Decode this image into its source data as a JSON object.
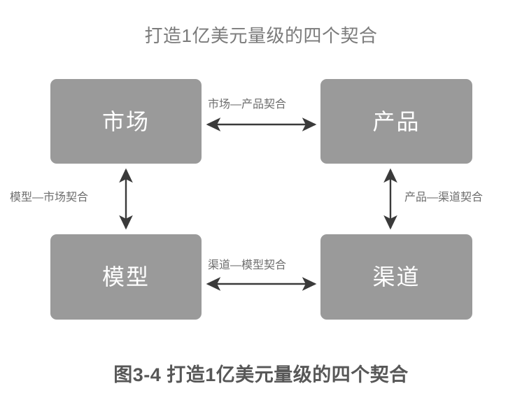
{
  "figure": {
    "title": "打造1亿美元量级的四个契合",
    "caption": "图3-4 打造1亿美元量级的四个契合",
    "title_color": "#7b7b7b",
    "caption_color": "#575757",
    "background_color": "#ffffff",
    "node_fill_color": "#9a9a9a",
    "node_text_color": "#ffffff",
    "arrow_color": "#3a3a3a",
    "label_color": "#6e6e6e"
  },
  "nodes": [
    {
      "id": "market",
      "label": "市场"
    },
    {
      "id": "product",
      "label": "产品"
    },
    {
      "id": "model",
      "label": "模型"
    },
    {
      "id": "channel",
      "label": "渠道"
    }
  ],
  "edges": [
    {
      "id": "market-product",
      "label": "市场—产品契合",
      "from": "市场",
      "to": "产品",
      "orientation": "horizontal",
      "arrowheads": "both"
    },
    {
      "id": "channel-model",
      "label": "渠道—模型契合",
      "from": "渠道",
      "to": "模型",
      "orientation": "horizontal",
      "arrowheads": "both"
    },
    {
      "id": "model-market",
      "label": "模型—市场契合",
      "from": "模型",
      "to": "市场",
      "orientation": "vertical",
      "arrowheads": "both"
    },
    {
      "id": "product-channel",
      "label": "产品—渠道契合",
      "from": "产品",
      "to": "渠道",
      "orientation": "vertical",
      "arrowheads": "both"
    }
  ]
}
